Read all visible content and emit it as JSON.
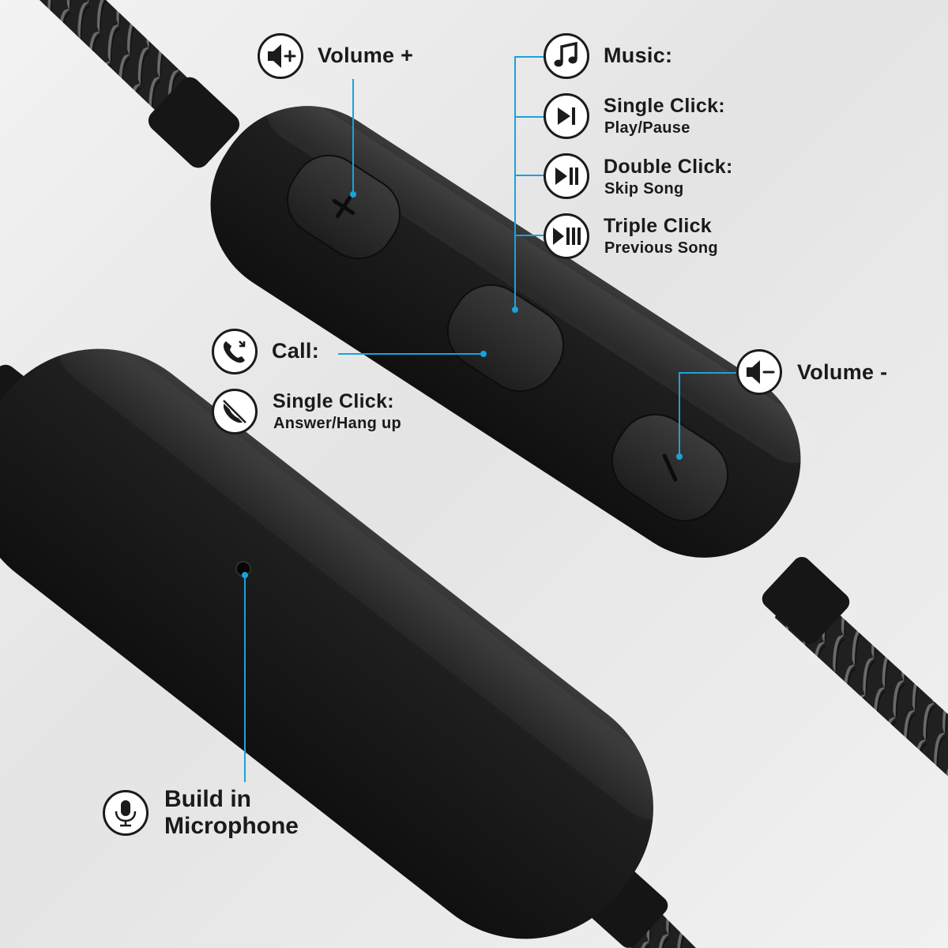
{
  "labels": {
    "volume_up": "Volume +",
    "music_title": "Music:",
    "single_click": "Single Click:",
    "play_pause": "Play/Pause",
    "double_click": "Double Click:",
    "skip_song": "Skip Song",
    "triple_click": "Triple Click",
    "previous_song": "Previous Song",
    "call_title": "Call:",
    "call_single_click": "Single Click:",
    "answer_hang_up": "Answer/Hang up",
    "volume_down": "Volume -",
    "microphone_line1": "Build in",
    "microphone_line2": "Microphone"
  },
  "icons": {
    "volume_up": "speaker-plus-icon",
    "music": "music-note-icon",
    "single_click": "play-bar-icon",
    "double_click": "play-double-bar-icon",
    "triple_click": "play-triple-bar-icon",
    "call": "phone-call-icon",
    "hang_up": "phone-hangup-icon",
    "volume_down": "speaker-minus-icon",
    "microphone": "microphone-icon"
  },
  "colors": {
    "accent_line": "#1aa3d9",
    "remote_body": "#1c1c1c",
    "button": "#2a2a2a",
    "text": "#1a1a1a",
    "background": "#ececec"
  }
}
